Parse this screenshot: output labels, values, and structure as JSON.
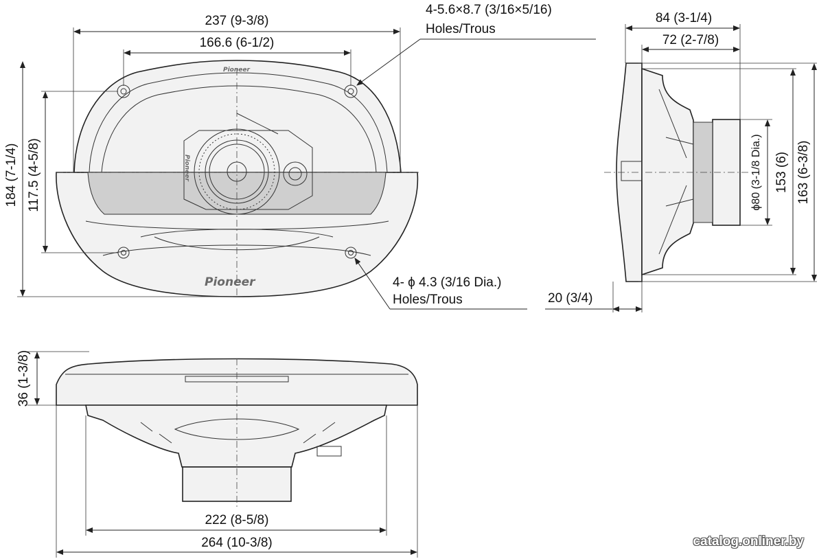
{
  "dimensions": {
    "front_width_overall": "237 (9-3/8)",
    "front_width_holes": "166.6 (6-1/2)",
    "front_height_overall": "184 (7-1/4)",
    "front_height_holes": "117.5 (4-5/8)",
    "side_depth_overall": "84 (3-1/4)",
    "side_depth_magnet": "72 (2-7/8)",
    "side_flange": "20 (3/4)",
    "side_magnet_dia": "ϕ80 (3-1/8 Dia.)",
    "side_height_inner": "153 (6)",
    "side_height_overall": "163 (6-3/8)",
    "bottom_height": "36 (1-3/8)",
    "bottom_width_inner": "222 (8-5/8)",
    "bottom_width_overall": "264 (10-3/8)"
  },
  "notes": {
    "slot_holes_line1": "4-5.6×8.7 (3/16×5/16)",
    "slot_holes_line2": "Holes/Trous",
    "round_holes_line1": "4- ϕ 4.3 (3/16 Dia.)",
    "round_holes_line2": "Holes/Trous"
  },
  "brand": {
    "top_logo": "Pioneer",
    "grille_logo": "Pioneer",
    "tweeter_logo": "Pioneer"
  },
  "watermark": "catalog.onliner.by"
}
